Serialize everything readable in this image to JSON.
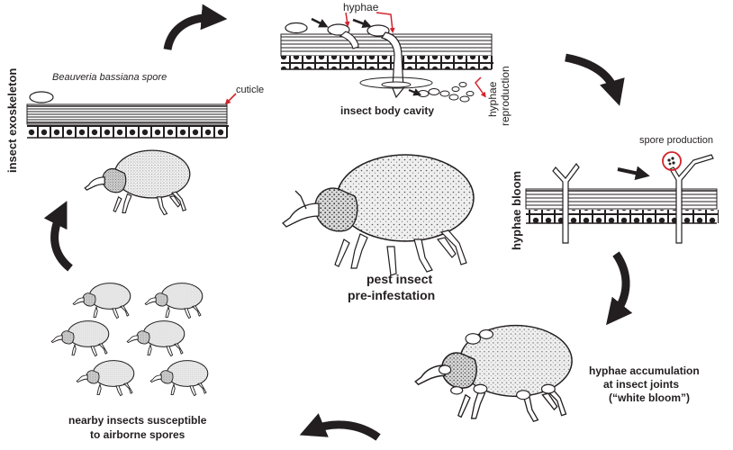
{
  "labels": {
    "exoskeleton": "insect exoskeleton",
    "spore": "Beauveria bassiana spore",
    "cuticle": "cuticle",
    "hyphae": "hyphae",
    "body_cavity": "insect body cavity",
    "hyphae_reproduction_line1": "hyphae",
    "hyphae_reproduction_line2": "reproduction",
    "spore_production": "spore production",
    "hyphae_bloom": "hyphae bloom",
    "pest_line1": "pest insect",
    "pest_line2": "pre-infestation",
    "accum_line1": "hyphae accumulation",
    "accum_line2": "at insect joints",
    "accum_line3": "(“white bloom”)",
    "nearby_line1": "nearby insects susceptible",
    "nearby_line2": "to airborne spores"
  },
  "colors": {
    "ink": "#231f20",
    "highlight_red": "#d2232a",
    "beetle_fill": "#ebebeb"
  },
  "icons": [
    "cycle-arrow-icon",
    "beetle-icon",
    "cell-layer-icon",
    "spore-icon"
  ]
}
